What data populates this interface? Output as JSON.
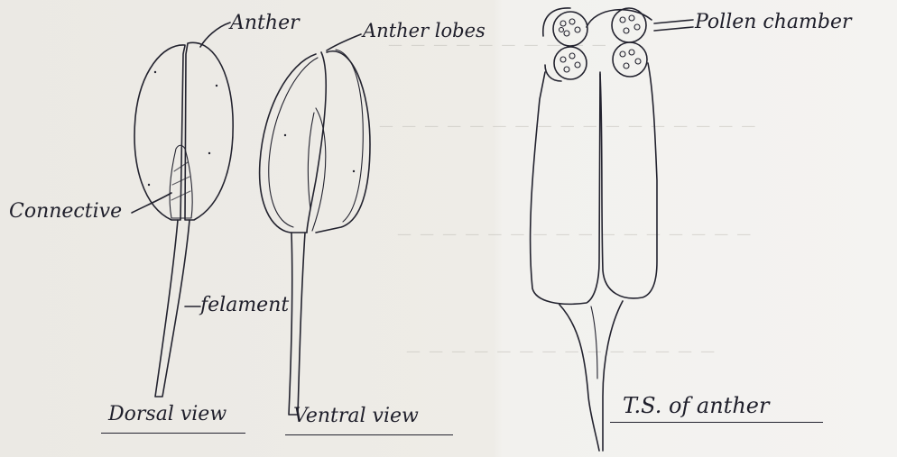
{
  "labels": {
    "anther": "Anther",
    "anther_lobes": "Anther lobes",
    "pollen_chamber": "Pollen chamber",
    "connective": "Connective",
    "filament": "felament"
  },
  "captions": {
    "dorsal": "Dorsal view",
    "ventral": "Ventral view",
    "ts": "T.S. of anther"
  },
  "colors": {
    "ink": "#23232f",
    "paper": "#ebe9e4"
  }
}
